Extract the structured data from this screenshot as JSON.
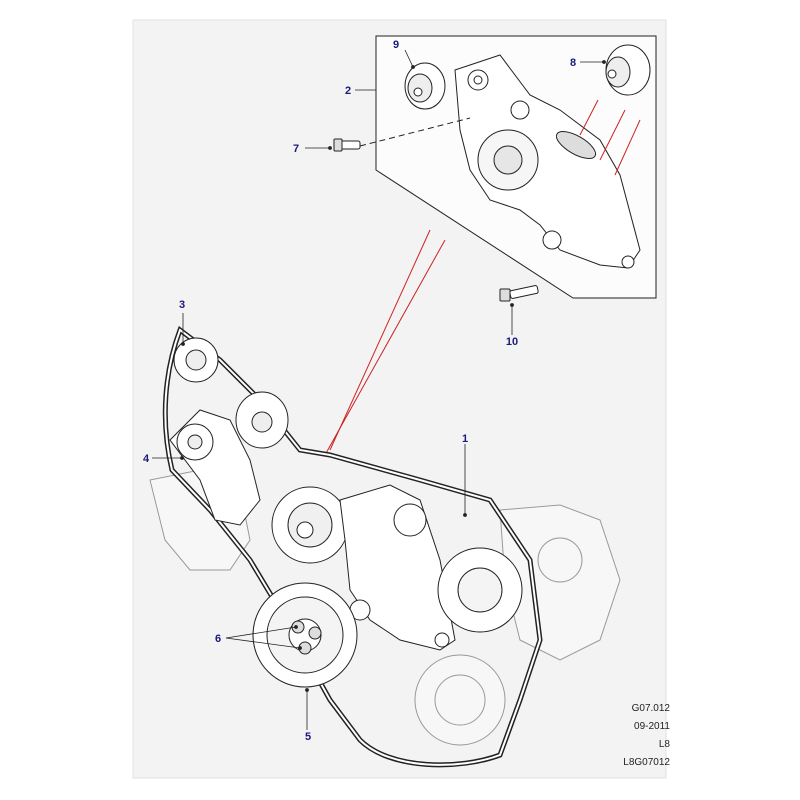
{
  "diagram": {
    "callouts": [
      {
        "id": "1",
        "label": "1"
      },
      {
        "id": "2",
        "label": "2"
      },
      {
        "id": "3",
        "label": "3"
      },
      {
        "id": "4",
        "label": "4"
      },
      {
        "id": "5",
        "label": "5"
      },
      {
        "id": "6",
        "label": "6"
      },
      {
        "id": "7",
        "label": "7"
      },
      {
        "id": "8",
        "label": "8"
      },
      {
        "id": "9",
        "label": "9"
      },
      {
        "id": "10",
        "label": "10"
      }
    ],
    "footer": {
      "code": "G07.012",
      "date": "09-2011",
      "model": "L8",
      "ref": "L8G07012"
    }
  }
}
